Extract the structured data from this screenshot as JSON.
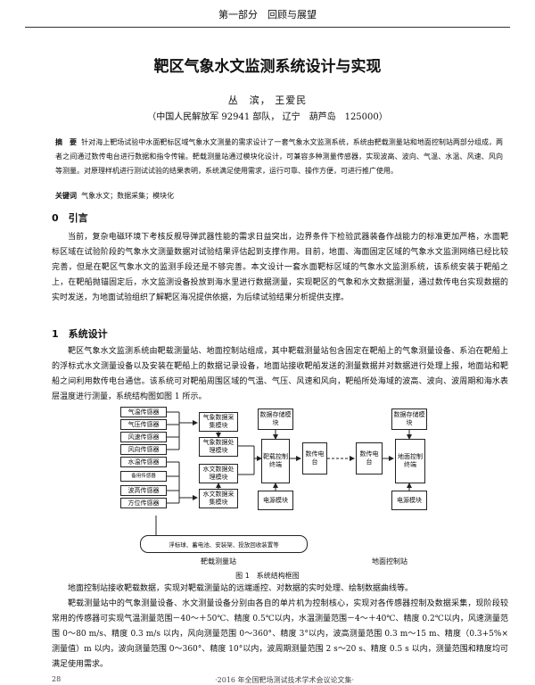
{
  "header": {
    "section": "第一部分　回顾与展望"
  },
  "title": "靶区气象水文监测系统设计与实现",
  "authors": "丛　滨， 王爱民",
  "affiliation": "（中国人民解放军 92941 部队， 辽宁　葫芦岛　125000）",
  "abstract": {
    "label": "摘　要",
    "text": "针对海上靶场试验中水面靶标区域气象水文测量的需求设计了一套气象水文监测系统，系统由靶载测量站和地面控制站两部分组成，两者之间通过数传电台进行数据和指令传输。靶载测量站通过模块化设计，可兼容多种测量传感器，实现波高、波向、气温、水温、风速、风向等测量。对原理样机进行测试试验的结果表明，系统满足使用需求，运行可靠、操作方便，可进行推广使用。"
  },
  "keywords": {
    "label": "关键词",
    "text": "气象水文；数据采集；模块化"
  },
  "sections": {
    "intro_heading": "0　引言",
    "intro_text": "当前，复杂电磁环境下考核反舰导弹武器性能的需求日益突出，边界条件下检验武器装备作战能力的标准更加严格，水面靶标区域在试验阶段的气象水文测量数据对试验结果评估起到支撑作用。目前，地面、海面固定区域的气象水文监测网络已经比较完善，但是在靶区气象水文的监测手段还是不够完善。本文设计一套水面靶标区域的气象水文监测系统，该系统安装于靶船之上，在靶船抛锚固定后，水文监测设备投放到海水里进行数据测量，实现靶区的气象和水文数据测量，通过数传电台实现数据的实时发送，为地面试验组织了解靶区海况提供依据，为后续试验结果分析提供支撑。",
    "design_heading": "1　系统设计",
    "design_text": "靶区气象水文监测系统由靶载测量站、地面控制站组成，其中靶载测量站包含固定在靶船上的气象测量设备、系泊在靶船上的浮标式水文测量设备以及安装在靶船上的数据记录设备，地面站接收靶船发送的测量数据并对数据进行处理上报，地面站和靶船之间利用数传电台通信。该系统可对靶船周围区域的气温、气压、风速和风向，靶船所处海域的波高、波向、波周期和海水表层温度进行测量，系统结构图如图 1 所示。",
    "after1": "地面控制站接收靶载数据，实现对靶载测量站的远端遥控、对数据的实时处理、绘制数据曲线等。",
    "after2": "靶载测量站中的气象测量设备、水文测量设备分别由各自的单片机为控制核心，实现对各传感器控制及数据采集，现阶段较常用的传感器可实现气温测量范围－40～＋50℃、精度 0.5℃以内，水温测量范围－4～＋40℃、精度 0.2℃以内，风速测量范围 0～80 m/s、精度 0.3 m/s 以内，风向测量范围 0～360°、精度 3°以内，波高测量范围 0.3 m～15 m、精度（0.3+5%×测量值）m 以内，波向测量范围 0～360°、精度 10°以内，波周期测量范围 2 s～20 s、精度 0.5 s 以内，测量范围和精度均可满足使用需求。"
  },
  "diagram": {
    "sensors": [
      "气温传感器",
      "气压传感器",
      "风速传感器",
      "风向传感器",
      "水温传感器",
      "备用传感器",
      "波高传感器",
      "方位传感器"
    ],
    "met_acq": "气象数据采集模块",
    "met_proc": "气象数据处理模块",
    "hyd_proc": "水文数据处理模块",
    "hyd_acq": "水文数据采集模块",
    "storage_left": "数据存储模块",
    "ctrl_left": "靶载控制终端",
    "power_left": "电源模块",
    "radio_left": "数传电台",
    "radio_right": "数传电台",
    "storage_right": "数据存储模块",
    "ctrl_right": "地面控制终端",
    "power_right": "电源模块",
    "buoy": "浮标球、蓄电池、安装架、投放回收装置等",
    "left_station": "靶载测量站",
    "right_station": "地面控制站"
  },
  "figure_caption": "图 1　系统结构框图",
  "footer": {
    "page": "28",
    "source": "·2016 年全国靶场测试技术学术会议论文集·"
  }
}
